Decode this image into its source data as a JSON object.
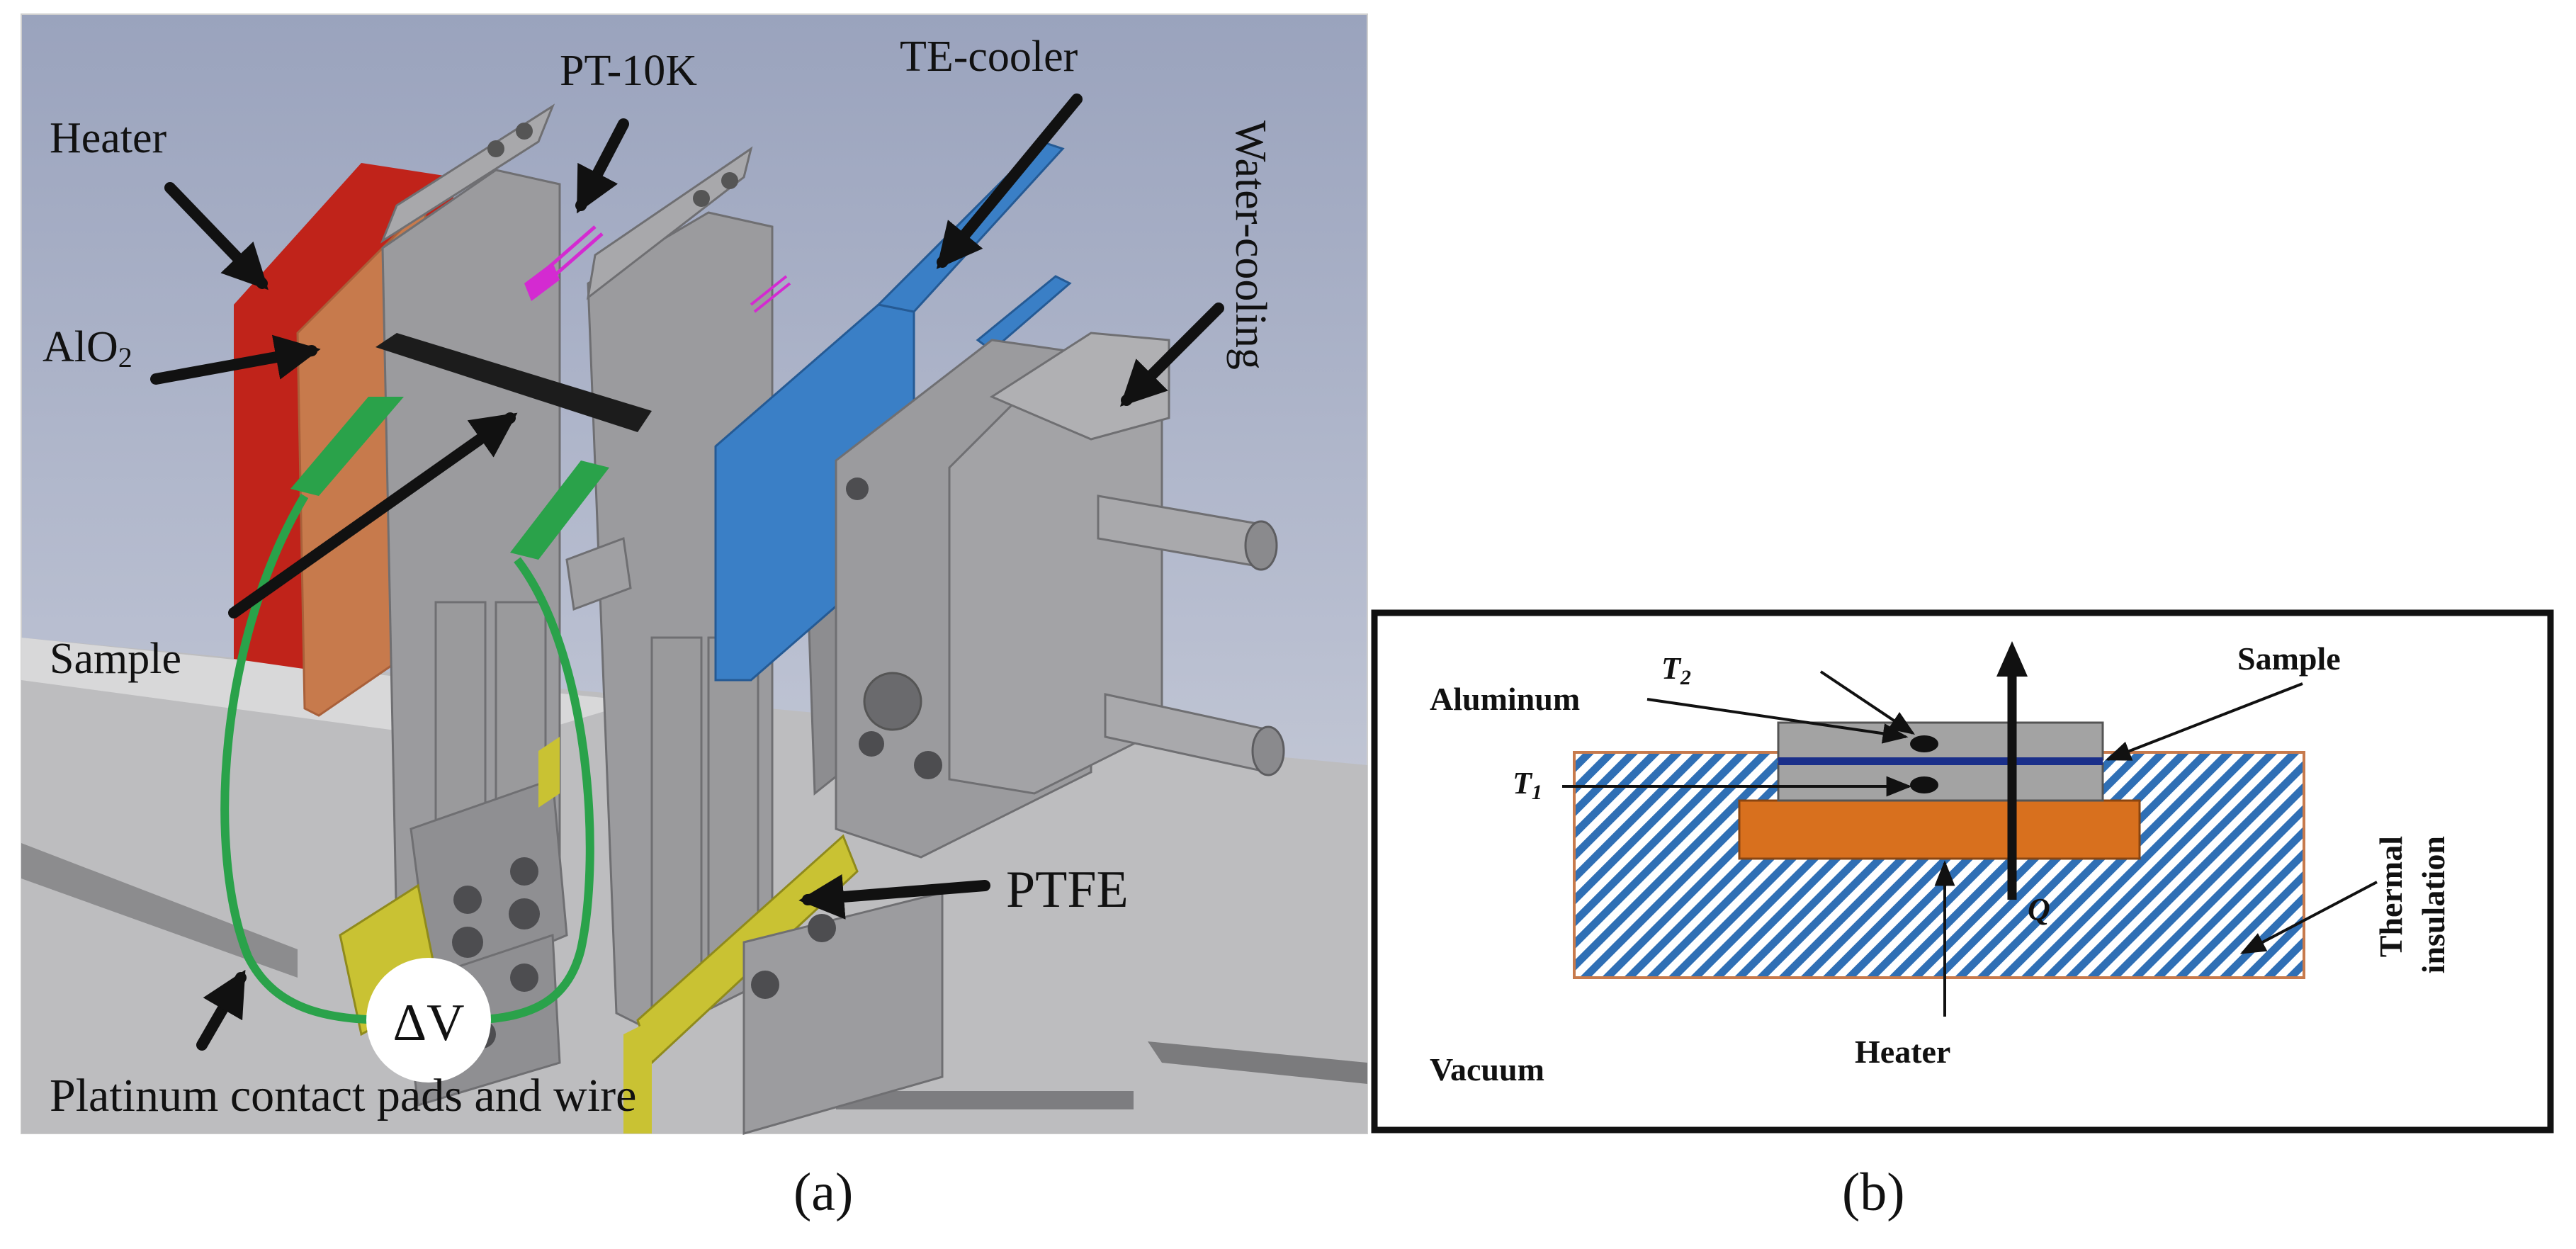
{
  "panel_a": {
    "labels": {
      "heater": "Heater",
      "pt10k": "PT-10K",
      "te_cooler": "TE-cooler",
      "water_cooling": "Water-cooling",
      "alo2_main": "AlO",
      "alo2_sub": "2",
      "sample": "Sample",
      "ptfe": "PTFE",
      "delta_v": "ΔV",
      "platinum": "Platinum contact pads and wire"
    },
    "caption": "(a)"
  },
  "panel_b": {
    "labels": {
      "aluminum": "Aluminum",
      "t2_main": "T",
      "t2_sub": "2",
      "t1_main": "T",
      "t1_sub": "1",
      "sample": "Sample",
      "q": "Q",
      "vacuum": "Vacuum",
      "heater": "Heater",
      "thermal": "Thermal",
      "insulation": "insulation"
    },
    "caption": "(b)"
  },
  "colors": {
    "heater_red": "#c0231a",
    "alumina_copper": "#c77a4c",
    "te_blue": "#3a7fc6",
    "wire_green": "#2aa24a",
    "ptfe_yellow": "#c9c233",
    "pt10k_magenta": "#d42ad1",
    "insulation_blue": "#2f6fb5",
    "heater_orange": "#d8701e",
    "sample_line": "#1a2f8a"
  }
}
